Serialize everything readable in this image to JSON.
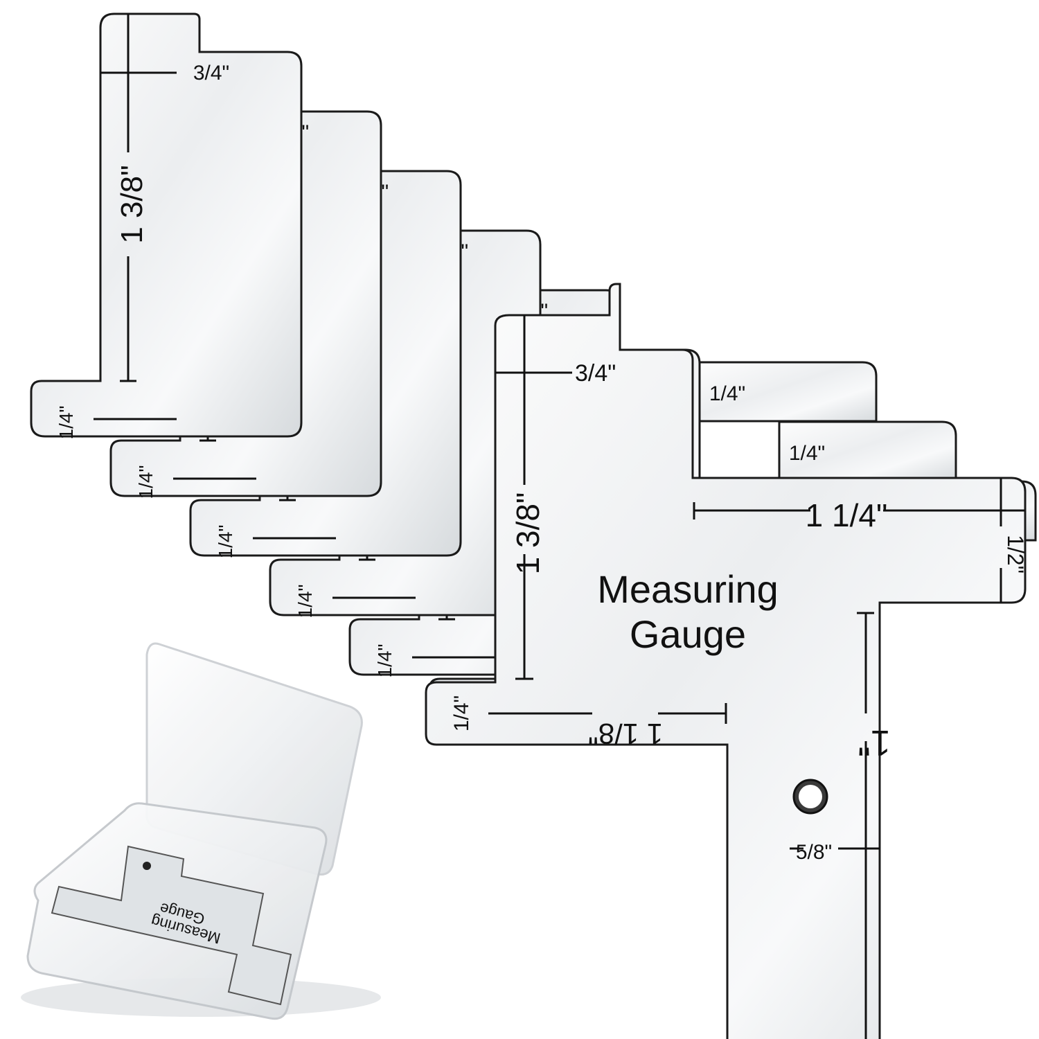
{
  "product": {
    "title_line1": "Measuring",
    "title_line2": "Gauge",
    "gauge_count": 7
  },
  "markings": {
    "m_three_quarter": "3/4\"",
    "m_one_and_three_eighths": "1 3/8\"",
    "m_quarter": "1/4\"",
    "m_one_and_quarter": "1 1/4\"",
    "m_half": "1/2\"",
    "m_one": "1\"",
    "m_five_eighths": "5/8\"",
    "m_one_and_eighth": "1 1/8\""
  },
  "colors": {
    "steel_light": "#f7f8f9",
    "steel_mid": "#dfe2e5",
    "steel_dark": "#b9bec3",
    "edge": "#1a1a1a",
    "ink": "#111111",
    "case_plastic": "#eef0f2"
  },
  "icons": {
    "hanging_hole": "hole-icon",
    "storage_case": "case-icon"
  }
}
